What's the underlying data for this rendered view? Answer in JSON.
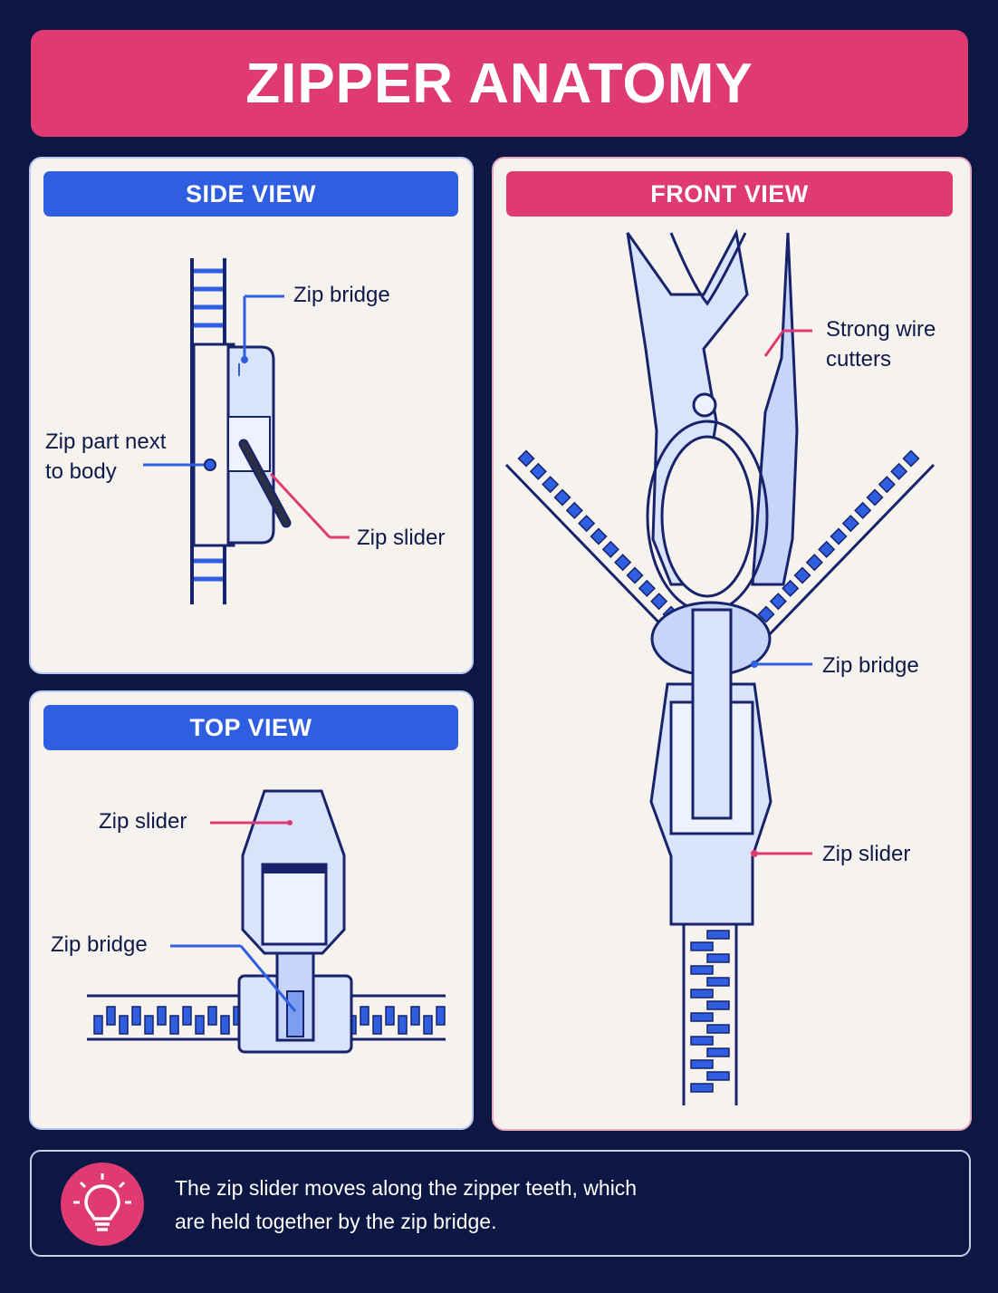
{
  "title": "ZIPPER ANATOMY",
  "side_view": {
    "header": "SIDE VIEW",
    "labels": {
      "zip_bridge": "Zip bridge",
      "zip_part_next_to_body": "Zip part next\nto body",
      "zip_slider": "Zip slider"
    }
  },
  "top_view": {
    "header": "TOP VIEW",
    "labels": {
      "zip_slider": "Zip slider",
      "zip_bridge": "Zip bridge"
    }
  },
  "front_view": {
    "header": "FRONT VIEW",
    "labels": {
      "strong_wire_cutters": "Strong wire\ncutters",
      "zip_bridge": "Zip bridge",
      "zip_slider": "Zip slider"
    }
  },
  "tip": {
    "icon": "lightbulb-icon",
    "text": "The zip slider moves along the zipper teeth, which\nare held together by the zip bridge."
  },
  "colors": {
    "background": "#0c1744",
    "accent_pink": "#e03a72",
    "accent_blue": "#2f5fe0",
    "panel": "#f6f2ee"
  }
}
